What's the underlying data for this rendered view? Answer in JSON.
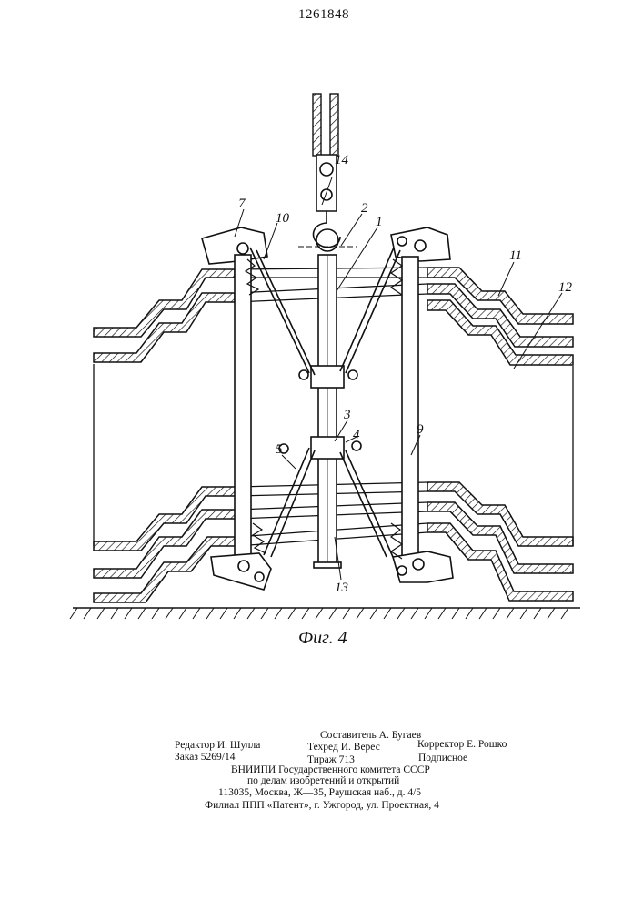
{
  "document": {
    "patent_number": "1261848",
    "figure_caption": "Фиг. 4"
  },
  "labels": {
    "l1": "1",
    "l2": "2",
    "l3": "3",
    "l4": "4",
    "l5": "5",
    "l7": "7",
    "l9": "9",
    "l10": "10",
    "l11": "11",
    "l12": "12",
    "l13": "13",
    "l14": "14"
  },
  "imprint": {
    "compiler": "Составитель А. Бугаев",
    "editor": "Редактор И. Шулла",
    "techred": "Техред И. Верес",
    "corrector": "Корректор Е. Рошко",
    "order": "Заказ 5269/14",
    "circulation": "Тираж 713",
    "subscription": "Подписное",
    "org_line1": "ВНИИПИ Государственного комитета СССР",
    "org_line2": "по делам изобретений и открытий",
    "address": "113035, Москва, Ж—35, Раушская наб., д. 4/5",
    "branch": "Филиал ППП «Патент», г. Ужгород, ул. Проектная, 4"
  }
}
